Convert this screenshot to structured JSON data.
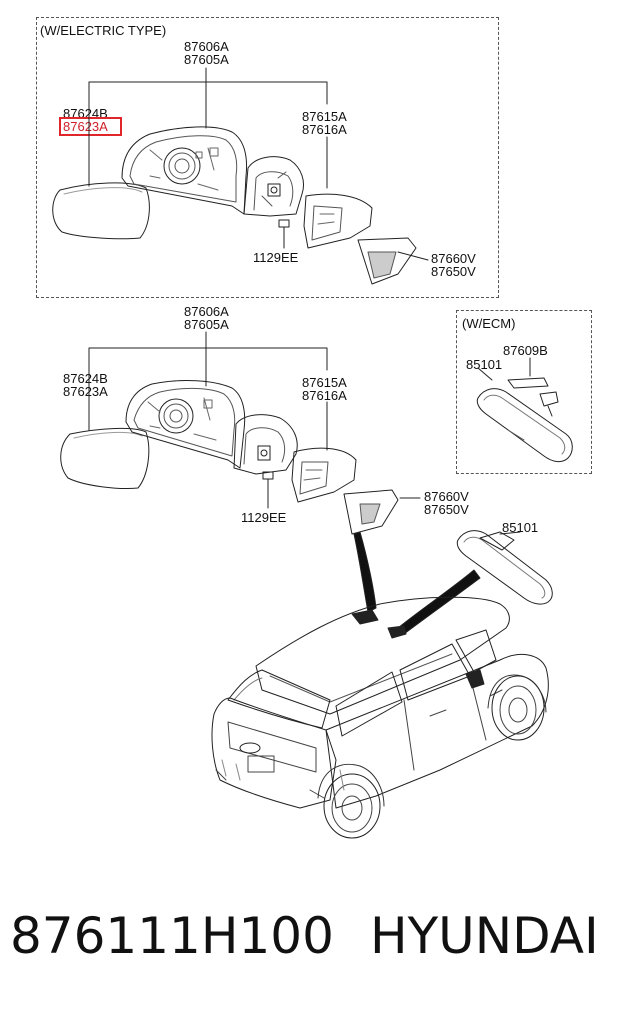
{
  "top_section": {
    "title": "(W/ELECTRIC TYPE)",
    "labels": {
      "a1": "87606A",
      "a2": "87605A",
      "b1": "87624B",
      "b2": "87623A",
      "c1": "87615A",
      "c2": "87616A",
      "d": "1129EE",
      "e1": "87660V",
      "e2": "87650V"
    }
  },
  "middle_section": {
    "labels": {
      "a1": "87606A",
      "a2": "87605A",
      "b1": "87624B",
      "b2": "87623A",
      "c1": "87615A",
      "c2": "87616A",
      "d": "1129EE",
      "e1": "87660V",
      "e2": "87650V"
    }
  },
  "ecm_section": {
    "title": "(W/ECM)",
    "labels": {
      "f": "87609B",
      "g": "85101"
    }
  },
  "rearview": {
    "label": "85101"
  },
  "highlight": {
    "part": "87623A",
    "color": "#e0262b"
  },
  "footer": {
    "part_number": "876111H100",
    "brand": "HYUNDAI"
  }
}
